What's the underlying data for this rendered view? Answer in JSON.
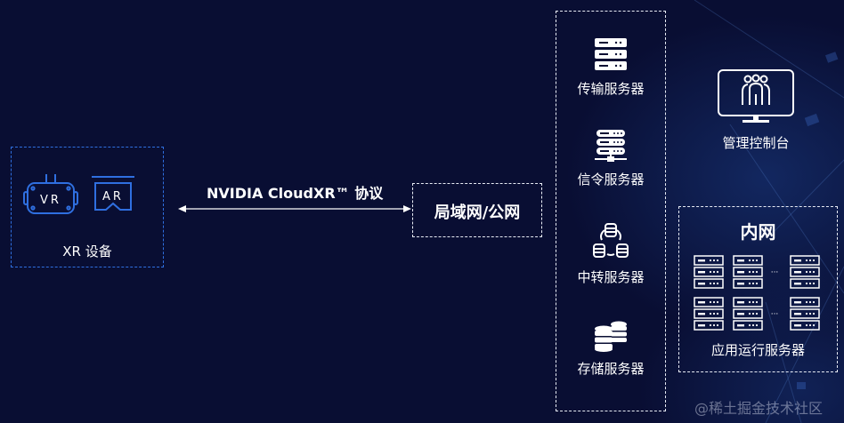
{
  "colors": {
    "background": "#090e33",
    "xr_accent": "#2f6fe0",
    "foreground": "#ffffff"
  },
  "xr_device": {
    "label": "XR 设备",
    "vr_icon_text": "VR",
    "ar_icon_text": "AR"
  },
  "protocol": {
    "label": "NVIDIA CloudXR™ 协议",
    "arrow": "bidirectional"
  },
  "network": {
    "label": "局域网/公网"
  },
  "servers": [
    {
      "label": "传输服务器",
      "icon": "server-rack-icon"
    },
    {
      "label": "信令服务器",
      "icon": "server-network-icon"
    },
    {
      "label": "中转服务器",
      "icon": "database-relay-icon"
    },
    {
      "label": "存储服务器",
      "icon": "database-stack-icon"
    }
  ],
  "console": {
    "label": "管理控制台",
    "icon": "monitor-users-icon"
  },
  "intranet": {
    "title": "内网",
    "label": "应用运行服务器",
    "ellipsis": "···"
  },
  "watermark": "@稀土掘金技术社区"
}
